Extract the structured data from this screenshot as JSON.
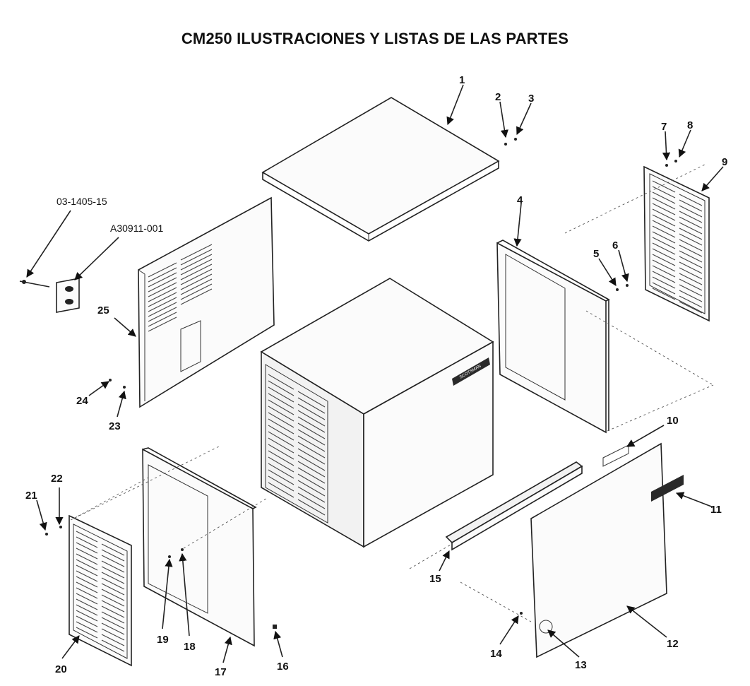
{
  "title": "CM250 ILUSTRACIONES Y LISTAS DE LAS PARTES",
  "part_numbers": [
    "03-1405-15",
    "A30911-001"
  ],
  "callouts": [
    "1",
    "2",
    "3",
    "4",
    "5",
    "6",
    "7",
    "8",
    "9",
    "10",
    "11",
    "12",
    "13",
    "14",
    "15",
    "16",
    "17",
    "18",
    "19",
    "20",
    "21",
    "22",
    "23",
    "24",
    "25"
  ],
  "logo_text": "SCOTSMAN"
}
